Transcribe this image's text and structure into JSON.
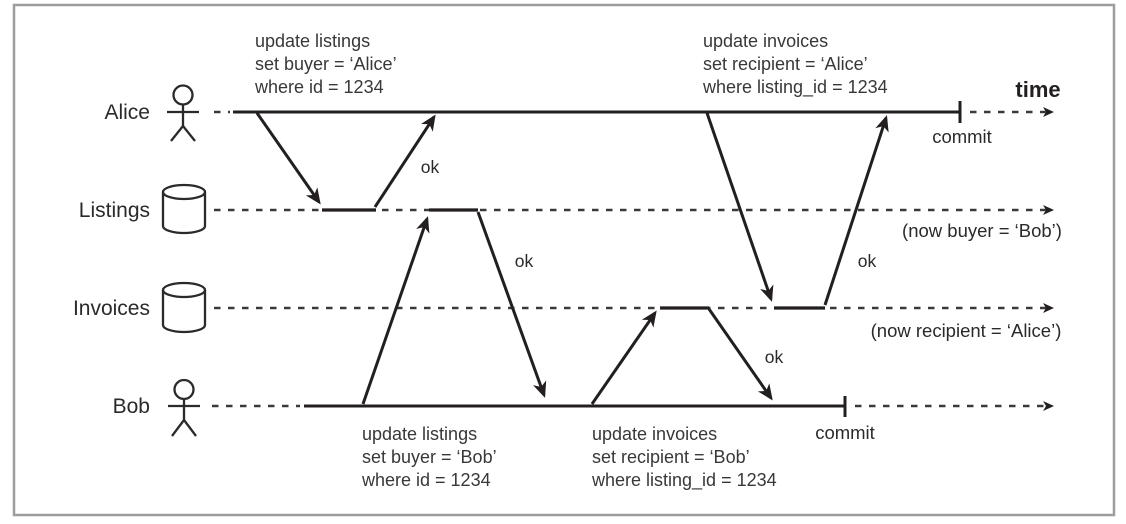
{
  "colors": {
    "ink": "#231f20",
    "dashed_line": "#3a3a3a",
    "text": "#2b2a29",
    "frame_border": "#9c9c9c",
    "background": "#ffffff"
  },
  "header": {
    "time_label": "time"
  },
  "labels": {
    "ok": "ok",
    "commit": "commit"
  },
  "lanes": [
    {
      "label": "Alice",
      "icon": "actor-icon"
    },
    {
      "label": "Listings",
      "icon": "database-cylinder-icon"
    },
    {
      "label": "Invoices",
      "icon": "database-cylinder-icon"
    },
    {
      "label": "Bob",
      "icon": "actor-icon"
    }
  ],
  "transactions": {
    "alice": {
      "update_listings": [
        "update listings",
        "set buyer = ‘Alice’",
        "where id = 1234"
      ],
      "update_invoices": [
        "update invoices",
        "set recipient = ‘Alice’",
        "where listing_id = 1234"
      ]
    },
    "bob": {
      "update_listings": [
        "update listings",
        "set buyer = ‘Bob’",
        "where id = 1234"
      ],
      "update_invoices": [
        "update invoices",
        "set recipient = ‘Bob’",
        "where listing_id = 1234"
      ]
    }
  },
  "annotations": {
    "listings_final_state": "(now buyer = ‘Bob’)",
    "invoices_final_state": "(now recipient = ‘Alice’)"
  }
}
